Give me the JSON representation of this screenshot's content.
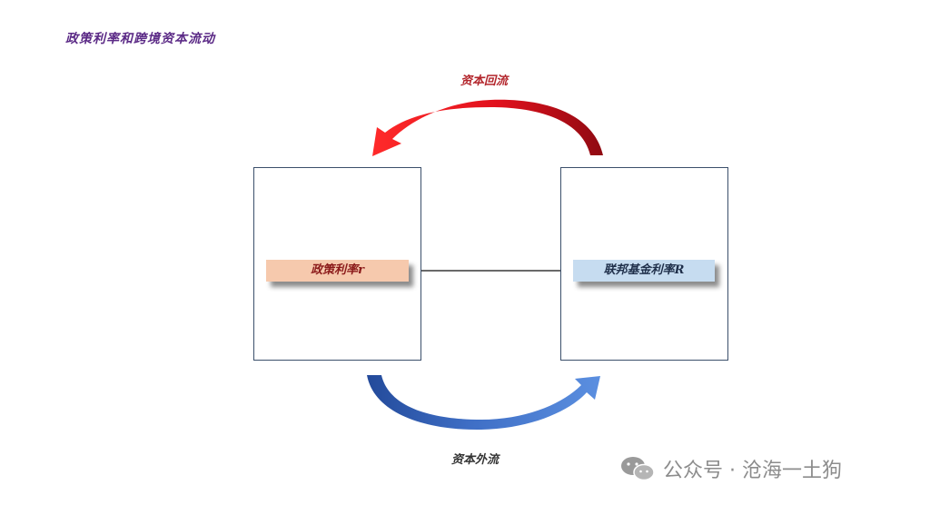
{
  "title": "政策利率和跨境资本流动",
  "left_box": {
    "label": "政策利率r"
  },
  "right_box": {
    "label": "联邦基金利率R"
  },
  "flows": {
    "top_label": "资本回流",
    "bottom_label": "资本外流"
  },
  "watermark": {
    "text": "公众号 · 沧海一土狗"
  },
  "colors": {
    "top_arrow": "#e0101c",
    "bottom_arrow": "#3f6fc6",
    "left_label_bg": "#f6c9ad",
    "right_label_bg": "#c6dcf0",
    "box_border": "#3b4f6b",
    "title": "#5b2a86"
  },
  "icons": {
    "watermark": "wechat-icon"
  }
}
